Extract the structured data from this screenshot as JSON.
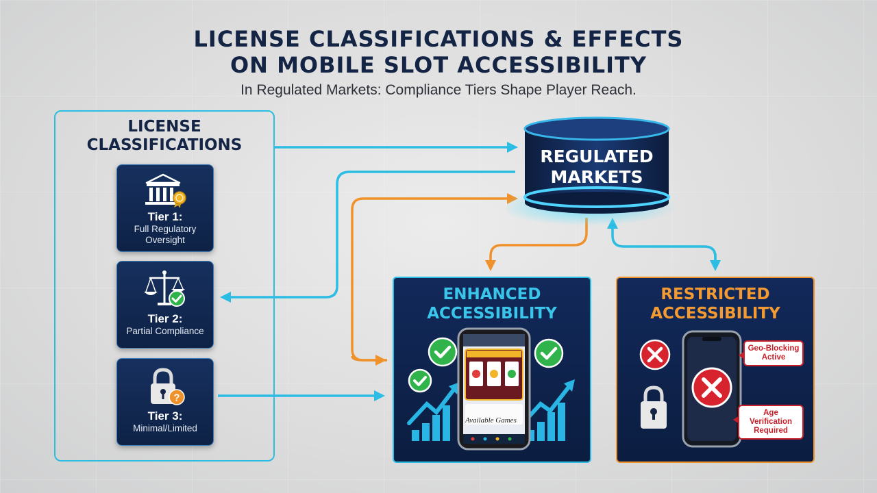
{
  "title_line1": "LICENSE CLASSIFICATIONS & EFFECTS",
  "title_line2": "ON MOBILE SLOT ACCESSIBILITY",
  "subtitle": "In Regulated Markets: Compliance Tiers Shape Player Reach.",
  "license_panel": {
    "heading_line1": "LICENSE",
    "heading_line2": "CLASSIFICATIONS",
    "tiers": [
      {
        "name": "Tier 1:",
        "desc_line1": "Full Regulatory",
        "desc_line2": "Oversight",
        "icon": "bank-building-medal-icon"
      },
      {
        "name": "Tier 2:",
        "desc_line1": "Partial Compliance",
        "desc_line2": "",
        "icon": "scales-check-icon"
      },
      {
        "name": "Tier 3:",
        "desc_line1": "Minimal/Limited",
        "desc_line2": "",
        "icon": "padlock-question-icon"
      }
    ]
  },
  "regulated_markets": {
    "line1": "REGULATED",
    "line2": "MARKETS"
  },
  "enhanced": {
    "title_line1": "ENHANCED",
    "title_line2": "ACCESSIBILITY",
    "screen_caption": "Available Games",
    "icons": [
      "check-icon",
      "smartphone-slot-icon",
      "growth-chart-icon"
    ]
  },
  "restricted": {
    "title_line1": "RESTRICTED",
    "title_line2": "ACCESSIBILITY",
    "geo_line1": "Geo-Blocking",
    "geo_line2": "Active",
    "age_line1": "Age Verification",
    "age_line2": "Required",
    "icons": [
      "x-icon",
      "padlock-icon",
      "smartphone-blocked-icon"
    ]
  },
  "colors": {
    "navy": "#142445",
    "cyan": "#2bbde3",
    "orange": "#f0922b",
    "panel": "#0f2450",
    "success": "#2fb34a",
    "danger": "#d6232e"
  }
}
